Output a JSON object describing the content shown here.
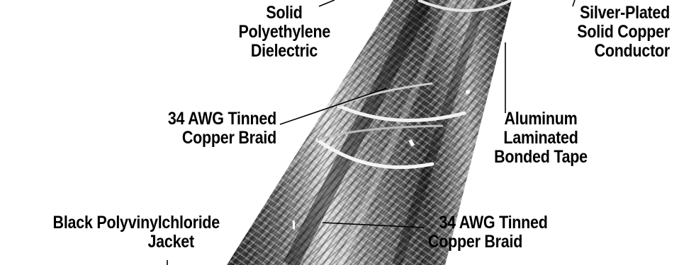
{
  "callouts": {
    "dielectric": [
      "Solid",
      "Polyethylene",
      "Dielectric"
    ],
    "conductor": [
      "Silver-Plated",
      "Solid Copper",
      "Conductor"
    ],
    "inner_braid": [
      "34 AWG Tinned",
      "Copper Braid"
    ],
    "tape": [
      "Aluminum",
      "Laminated",
      "Bonded Tape"
    ],
    "jacket": [
      "Black Polyvinylchloride",
      "Jacket"
    ],
    "outer_braid": [
      "34 AWG Tinned",
      "Copper Braid"
    ]
  }
}
